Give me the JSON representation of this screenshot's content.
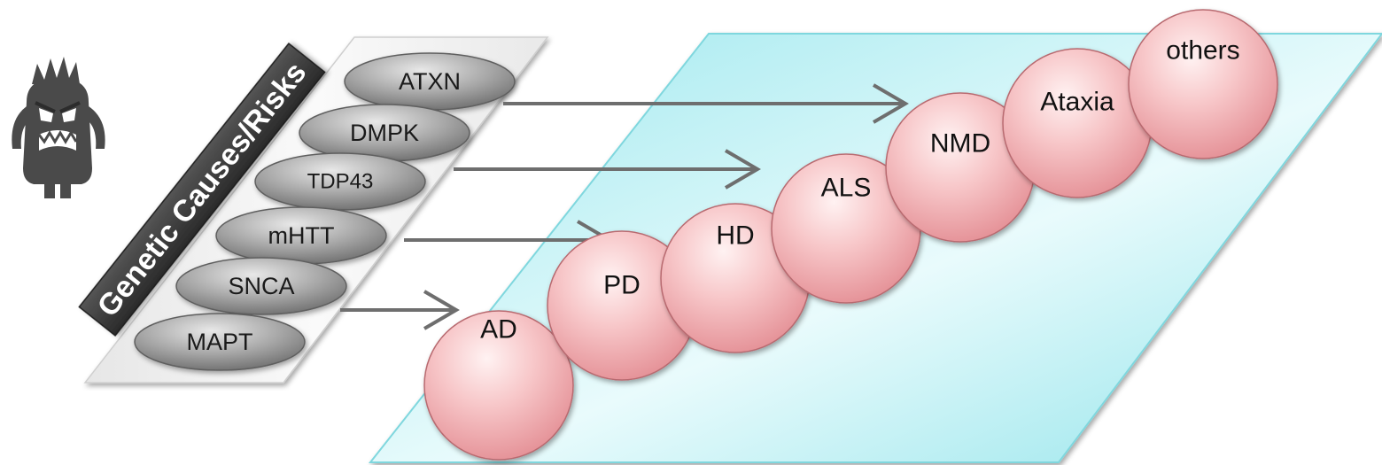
{
  "banner": {
    "text": "Genetic Causes/Risks"
  },
  "genes": [
    {
      "label": "ATXN"
    },
    {
      "label": "DMPK"
    },
    {
      "label": "TDP43"
    },
    {
      "label": "mHTT"
    },
    {
      "label": "SNCA"
    },
    {
      "label": "MAPT"
    }
  ],
  "diseases": [
    {
      "label": "AD"
    },
    {
      "label": "PD"
    },
    {
      "label": "HD"
    },
    {
      "label": "ALS"
    },
    {
      "label": "NMD"
    },
    {
      "label": "Ataxia"
    },
    {
      "label": "others"
    }
  ],
  "colors": {
    "platform": "#a8eef2",
    "gene_panel": "#f2f2f2",
    "gene_oval": "#a0a0a0",
    "banner": "#3a3a3a",
    "arrow": "#6e6e6e",
    "sphere": "#f2a9ad",
    "monster": "#4a4a4a"
  },
  "icons": {
    "monster": "monster-icon"
  }
}
